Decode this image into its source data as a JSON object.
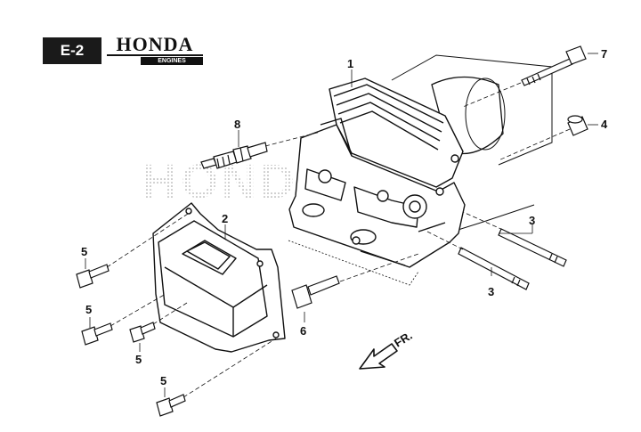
{
  "header": {
    "section_code": "E-2",
    "brand_name": "HONDA",
    "brand_sub": "ENGINES"
  },
  "watermark": "HONDA",
  "callouts": [
    {
      "id": "c1",
      "label": "1"
    },
    {
      "id": "c2",
      "label": "2"
    },
    {
      "id": "c3a",
      "label": "3"
    },
    {
      "id": "c3b",
      "label": "3"
    },
    {
      "id": "c4",
      "label": "4"
    },
    {
      "id": "c5a",
      "label": "5"
    },
    {
      "id": "c5b",
      "label": "5"
    },
    {
      "id": "c5c",
      "label": "5"
    },
    {
      "id": "c5d",
      "label": "5"
    },
    {
      "id": "c6",
      "label": "6"
    },
    {
      "id": "c7",
      "label": "7"
    },
    {
      "id": "c8",
      "label": "8"
    }
  ],
  "direction_label": "FR."
}
